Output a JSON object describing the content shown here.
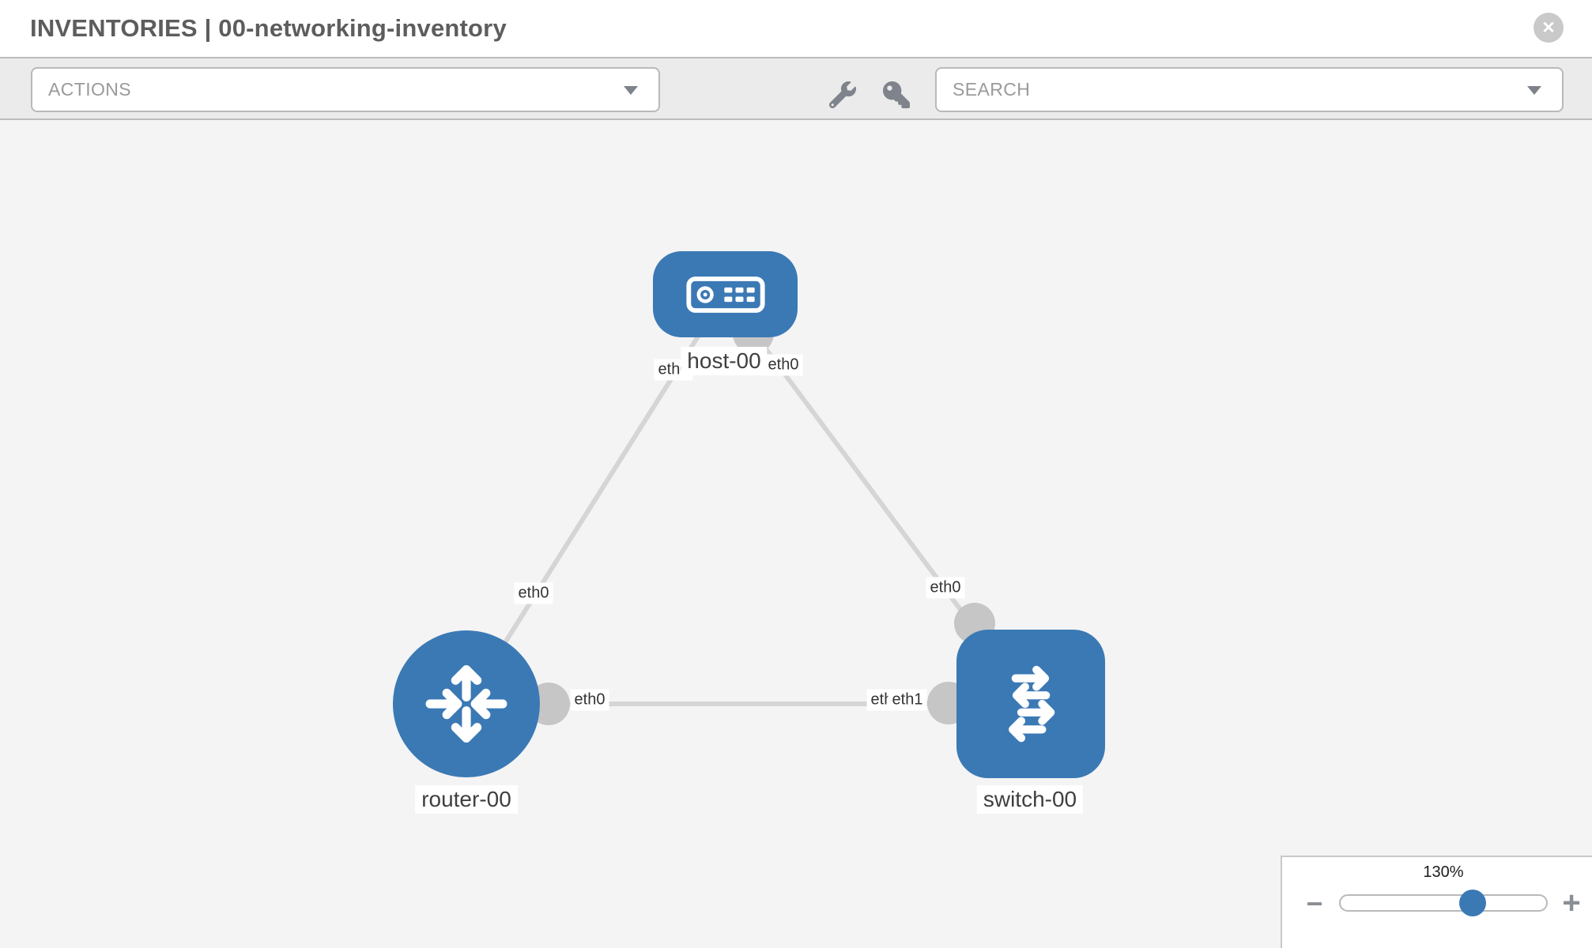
{
  "window": {
    "title": "INVENTORIES | 00-networking-inventory",
    "close_glyph": "✕"
  },
  "toolbar": {
    "actions_label": "ACTIONS",
    "search_placeholder": "SEARCH",
    "tool_icons": [
      "wrench-icon",
      "key-icon"
    ]
  },
  "zoom_control": {
    "percent": 130,
    "value_label": "130%",
    "minus_glyph": "−",
    "plus_glyph": "+"
  },
  "colors": {
    "node_blue": "#3b79b5",
    "link_gray": "#d5d5d5",
    "connector_gray": "#c6c6c6",
    "canvas_bg": "#f4f4f4",
    "toolbar_bg": "#ebebeb"
  },
  "topology": {
    "nodes": [
      {
        "id": "host-00",
        "type": "host",
        "label": "host-00",
        "icon": "server-icon"
      },
      {
        "id": "router-00",
        "type": "router",
        "label": "router-00",
        "icon": "router-arrows-icon"
      },
      {
        "id": "switch-00",
        "type": "switch",
        "label": "switch-00",
        "icon": "switch-arrows-icon"
      }
    ],
    "links": [
      {
        "from": "router-00",
        "to": "host-00",
        "from_label": "eth0",
        "to_label": "eth0"
      },
      {
        "from": "host-00",
        "to": "switch-00",
        "from_label": "eth0",
        "to_label": "eth0"
      },
      {
        "from": "router-00",
        "to": "switch-00",
        "from_label": "eth0",
        "to_labels": [
          "eth0",
          "eth1"
        ]
      }
    ]
  }
}
